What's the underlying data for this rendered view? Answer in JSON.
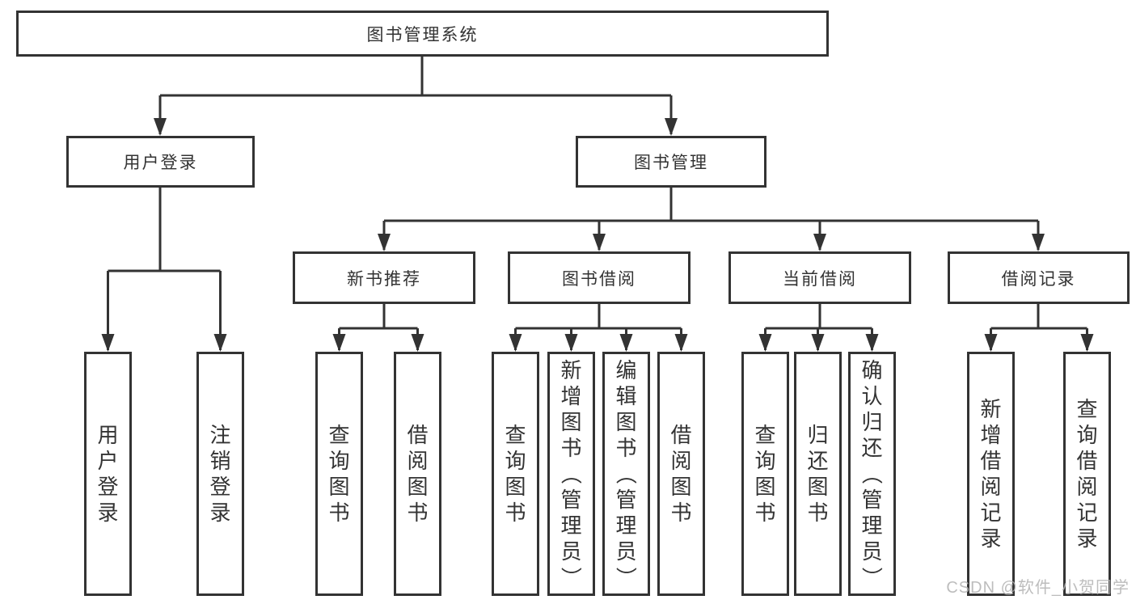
{
  "tree": {
    "label": "图书管理系统",
    "children": [
      {
        "label": "用户登录",
        "children": [
          {
            "label": "用户登录"
          },
          {
            "label": "注销登录"
          }
        ]
      },
      {
        "label": "图书管理",
        "children": [
          {
            "label": "新书推荐",
            "children": [
              {
                "label": "查询图书"
              },
              {
                "label": "借阅图书"
              }
            ]
          },
          {
            "label": "图书借阅",
            "children": [
              {
                "label": "查询图书"
              },
              {
                "label": "新增图书（管理员）"
              },
              {
                "label": "编辑图书（管理员）"
              },
              {
                "label": "借阅图书"
              }
            ]
          },
          {
            "label": "当前借阅",
            "children": [
              {
                "label": "查询图书"
              },
              {
                "label": "归还图书"
              },
              {
                "label": "确认归还（管理员）"
              }
            ]
          },
          {
            "label": "借阅记录",
            "children": [
              {
                "label": "新增借阅记录"
              },
              {
                "label": "查询借阅记录"
              }
            ]
          }
        ]
      }
    ]
  },
  "watermark": "CSDN @软件_小贺同学",
  "colors": {
    "line": "#333333",
    "text": "#333333",
    "box_background": "#ffffff",
    "watermark": "#b2b2b2"
  }
}
